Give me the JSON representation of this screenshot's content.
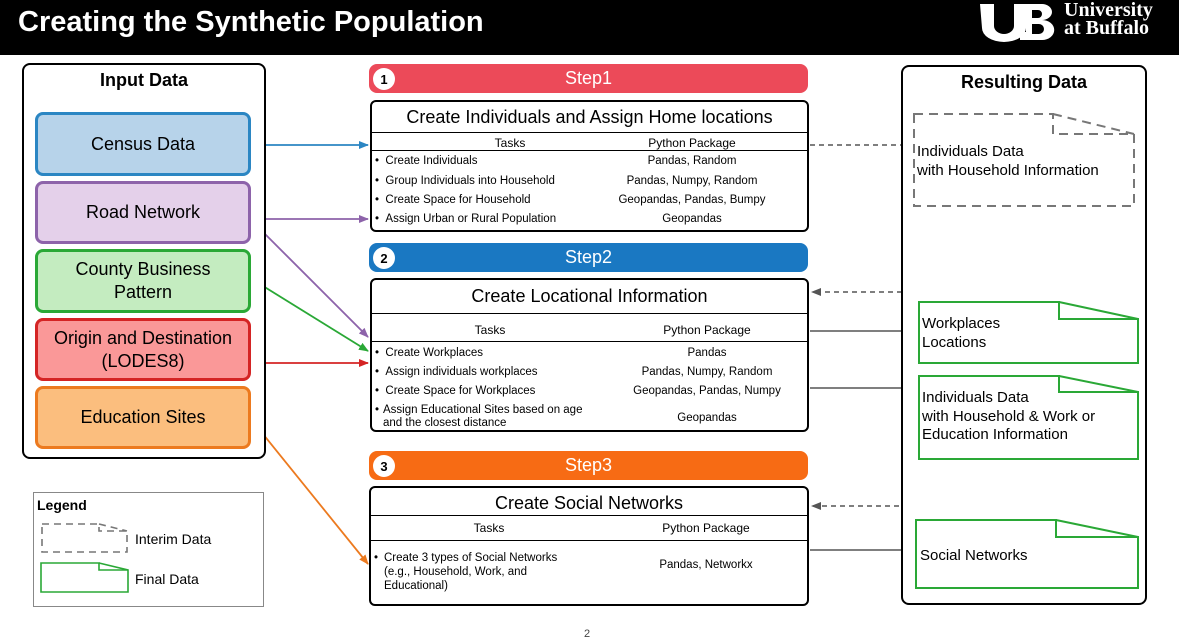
{
  "header": {
    "title": "Creating the Synthetic Population",
    "logo_line1": "University",
    "logo_line2": "at Buffalo"
  },
  "input_panel": {
    "title": "Input Data",
    "sources": [
      {
        "label": "Census Data",
        "fill": "#b7d3ea",
        "border": "#2b86c3"
      },
      {
        "label": "Road Network",
        "fill": "#e4d0ea",
        "border": "#8d63aa"
      },
      {
        "label": "County Business\nPattern",
        "fill": "#c4ecc0",
        "border": "#2aa836"
      },
      {
        "label": "Origin and Destination\n(LODES8)",
        "fill": "#fa9898",
        "border": "#d42424"
      },
      {
        "label": "Education Sites",
        "fill": "#fbbe7e",
        "border": "#ec7a1f"
      }
    ]
  },
  "steps": [
    {
      "num": "1",
      "label": "Step1",
      "color": "#ec4a59",
      "title": "Create Individuals and Assign Home locations",
      "tasks_header": "Tasks",
      "pkg_header": "Python Package",
      "rows": [
        {
          "task": "Create Individuals",
          "pkg": "Pandas, Random"
        },
        {
          "task": "Group Individuals into Household",
          "pkg": "Pandas, Numpy, Random"
        },
        {
          "task": "Create Space for Household",
          "pkg": "Geopandas, Pandas, Bumpy"
        },
        {
          "task": "Assign Urban or Rural Population",
          "pkg": "Geopandas"
        }
      ]
    },
    {
      "num": "2",
      "label": "Step2",
      "color": "#1a78c2",
      "title": "Create Locational Information",
      "tasks_header": "Tasks",
      "pkg_header": "Python Package",
      "rows": [
        {
          "task": "Create Workplaces",
          "pkg": "Pandas"
        },
        {
          "task": "Assign individuals workplaces",
          "pkg": "Pandas, Numpy, Random"
        },
        {
          "task": "Create Space for Workplaces",
          "pkg": "Geopandas, Pandas, Numpy"
        },
        {
          "task": "Assign Educational Sites based on age\nand the closest distance",
          "pkg": "Geopandas"
        }
      ]
    },
    {
      "num": "3",
      "label": "Step3",
      "color": "#f76b14",
      "title": "Create Social Networks",
      "tasks_header": "Tasks",
      "pkg_header": "Python Package",
      "rows": [
        {
          "task": "Create 3 types of Social Networks\n(e.g., Household, Work, and\nEducational)",
          "pkg": "Pandas, Networkx"
        }
      ]
    }
  ],
  "result_panel": {
    "title": "Resulting Data",
    "items": [
      {
        "label": "Individuals Data\nwith Household Information",
        "kind": "interim"
      },
      {
        "label": "Workplaces\nLocations",
        "kind": "final"
      },
      {
        "label": "Individuals Data\nwith Household & Work or\nEducation Information",
        "kind": "final"
      },
      {
        "label": "Social Networks",
        "kind": "final"
      }
    ]
  },
  "legend": {
    "title": "Legend",
    "interim": "Interim Data",
    "final": "Final Data"
  },
  "footer": {
    "page": "2"
  }
}
